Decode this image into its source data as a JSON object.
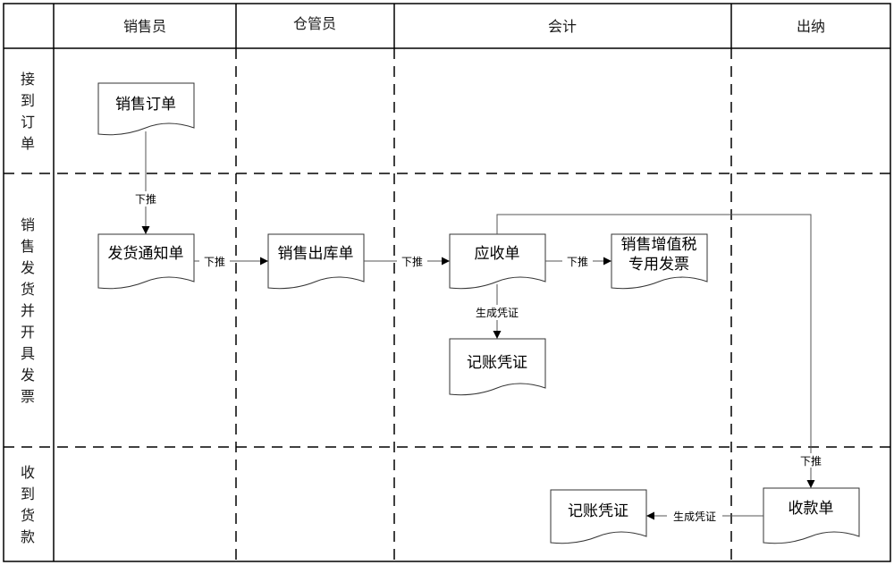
{
  "roles": {
    "salesperson": "销售员",
    "warehouse_keeper": "仓管员",
    "accountant": "会计",
    "cashier": "出纳"
  },
  "phases": {
    "receive_order": "接到订单",
    "ship_and_invoice": "销售发货并开具发票",
    "receive_payment": "收到货款"
  },
  "docs": {
    "sales_order": "销售订单",
    "delivery_notice": "发货通知单",
    "sales_outbound": "销售出库单",
    "receivable": "应收单",
    "vat_invoice_line1": "销售增值税",
    "vat_invoice_line2": "专用发票",
    "voucher_accountant": "记账凭证",
    "receipt": "收款单",
    "voucher_cashier": "记账凭证"
  },
  "edges": {
    "push_order_to_notice": "下推",
    "push_notice_to_outbound": "下推",
    "push_outbound_to_receivable": "下推",
    "push_receivable_to_invoice": "下推",
    "gen_voucher_accountant": "生成凭证",
    "push_to_receipt": "下推",
    "gen_voucher_cashier": "生成凭证"
  },
  "colors": {
    "line": "#000000",
    "connector": "#555555",
    "text": "#000000"
  }
}
